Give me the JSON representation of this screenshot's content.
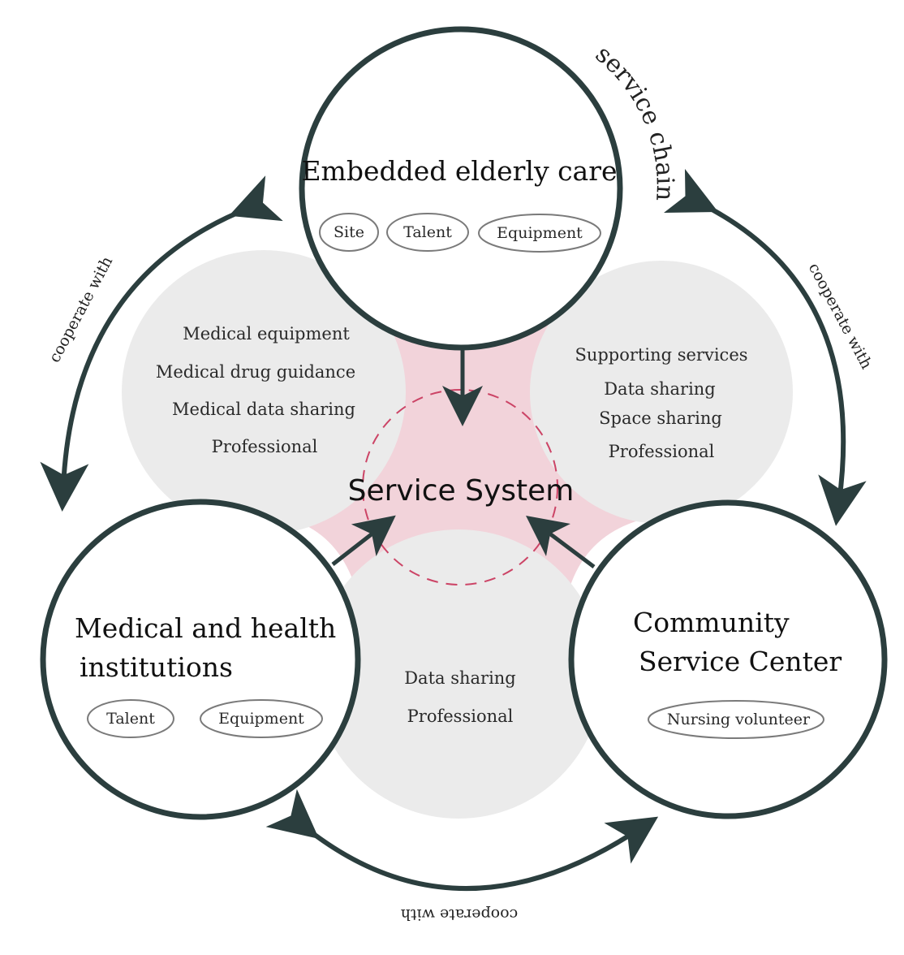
{
  "center": {
    "label": "Service System"
  },
  "nodes": {
    "top": {
      "title": "Embedded elderly care",
      "pills": [
        "Site",
        "Talent",
        "Equipment"
      ]
    },
    "left": {
      "title_lines": [
        "Medical and health",
        "institutions"
      ],
      "pills": [
        "Talent",
        "Equipment"
      ]
    },
    "right": {
      "title_lines": [
        "Community",
        "Service Center"
      ],
      "pills": [
        "Nursing volunteer"
      ]
    }
  },
  "overlaps": {
    "top_left": [
      "Medical equipment",
      "Medical drug guidance",
      "Medical data sharing",
      "Professional"
    ],
    "top_right": [
      "Supporting services",
      "Data sharing",
      "Space sharing",
      "Professional"
    ],
    "bottom": [
      "Data sharing",
      "Professional"
    ]
  },
  "relations": {
    "left_arc": "cooperate with",
    "right_arc": "cooperate with",
    "bottom_arc": "cooperate with",
    "chain": "service chain"
  },
  "colors": {
    "stroke": "#2b3e3e",
    "petal_fill": "#ebebeb",
    "center_fill": "#f2d3da",
    "dashed_circle": "#cc4466",
    "pill_stroke": "#7a7a7a"
  }
}
